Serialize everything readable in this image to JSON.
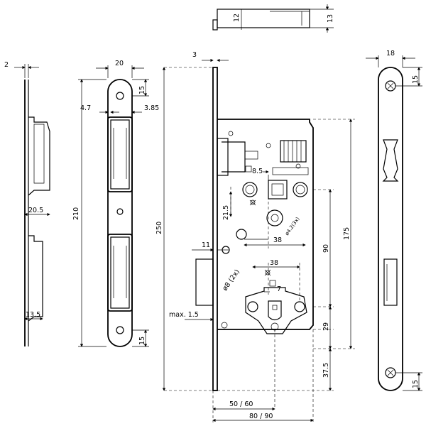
{
  "dimensions": {
    "top_view_12": "12",
    "top_view_13": "13",
    "faceplate_thickness": "3",
    "strike_thickness": "2",
    "strike_width": "20",
    "strike_top_offset": "15",
    "strike_left_4_7": "4.7",
    "strike_right_3_85": "3.85",
    "strike_height": "210",
    "strike_depth": "20.5",
    "strike_depth_lower": "13.5",
    "strike_bottom_offset": "15",
    "lock_height": "250",
    "latch_8_5": "8.5",
    "spindle_21_5": "21.5",
    "spindle_hole": "ø4.2(3x)",
    "spindle_38": "38",
    "front_11": "11",
    "screw_38": "38",
    "screw_hole": "ø8 (2x)",
    "square_7": "7",
    "max_1_5": "max. 1.5",
    "dist_90": "90",
    "dist_175": "175",
    "dist_29": "29",
    "dist_37_5": "37.5",
    "backset": "50 / 60",
    "case_depth": "80 / 90",
    "faceplate_width": "18",
    "faceplate_top_offset": "15",
    "faceplate_bottom_offset": "15"
  }
}
